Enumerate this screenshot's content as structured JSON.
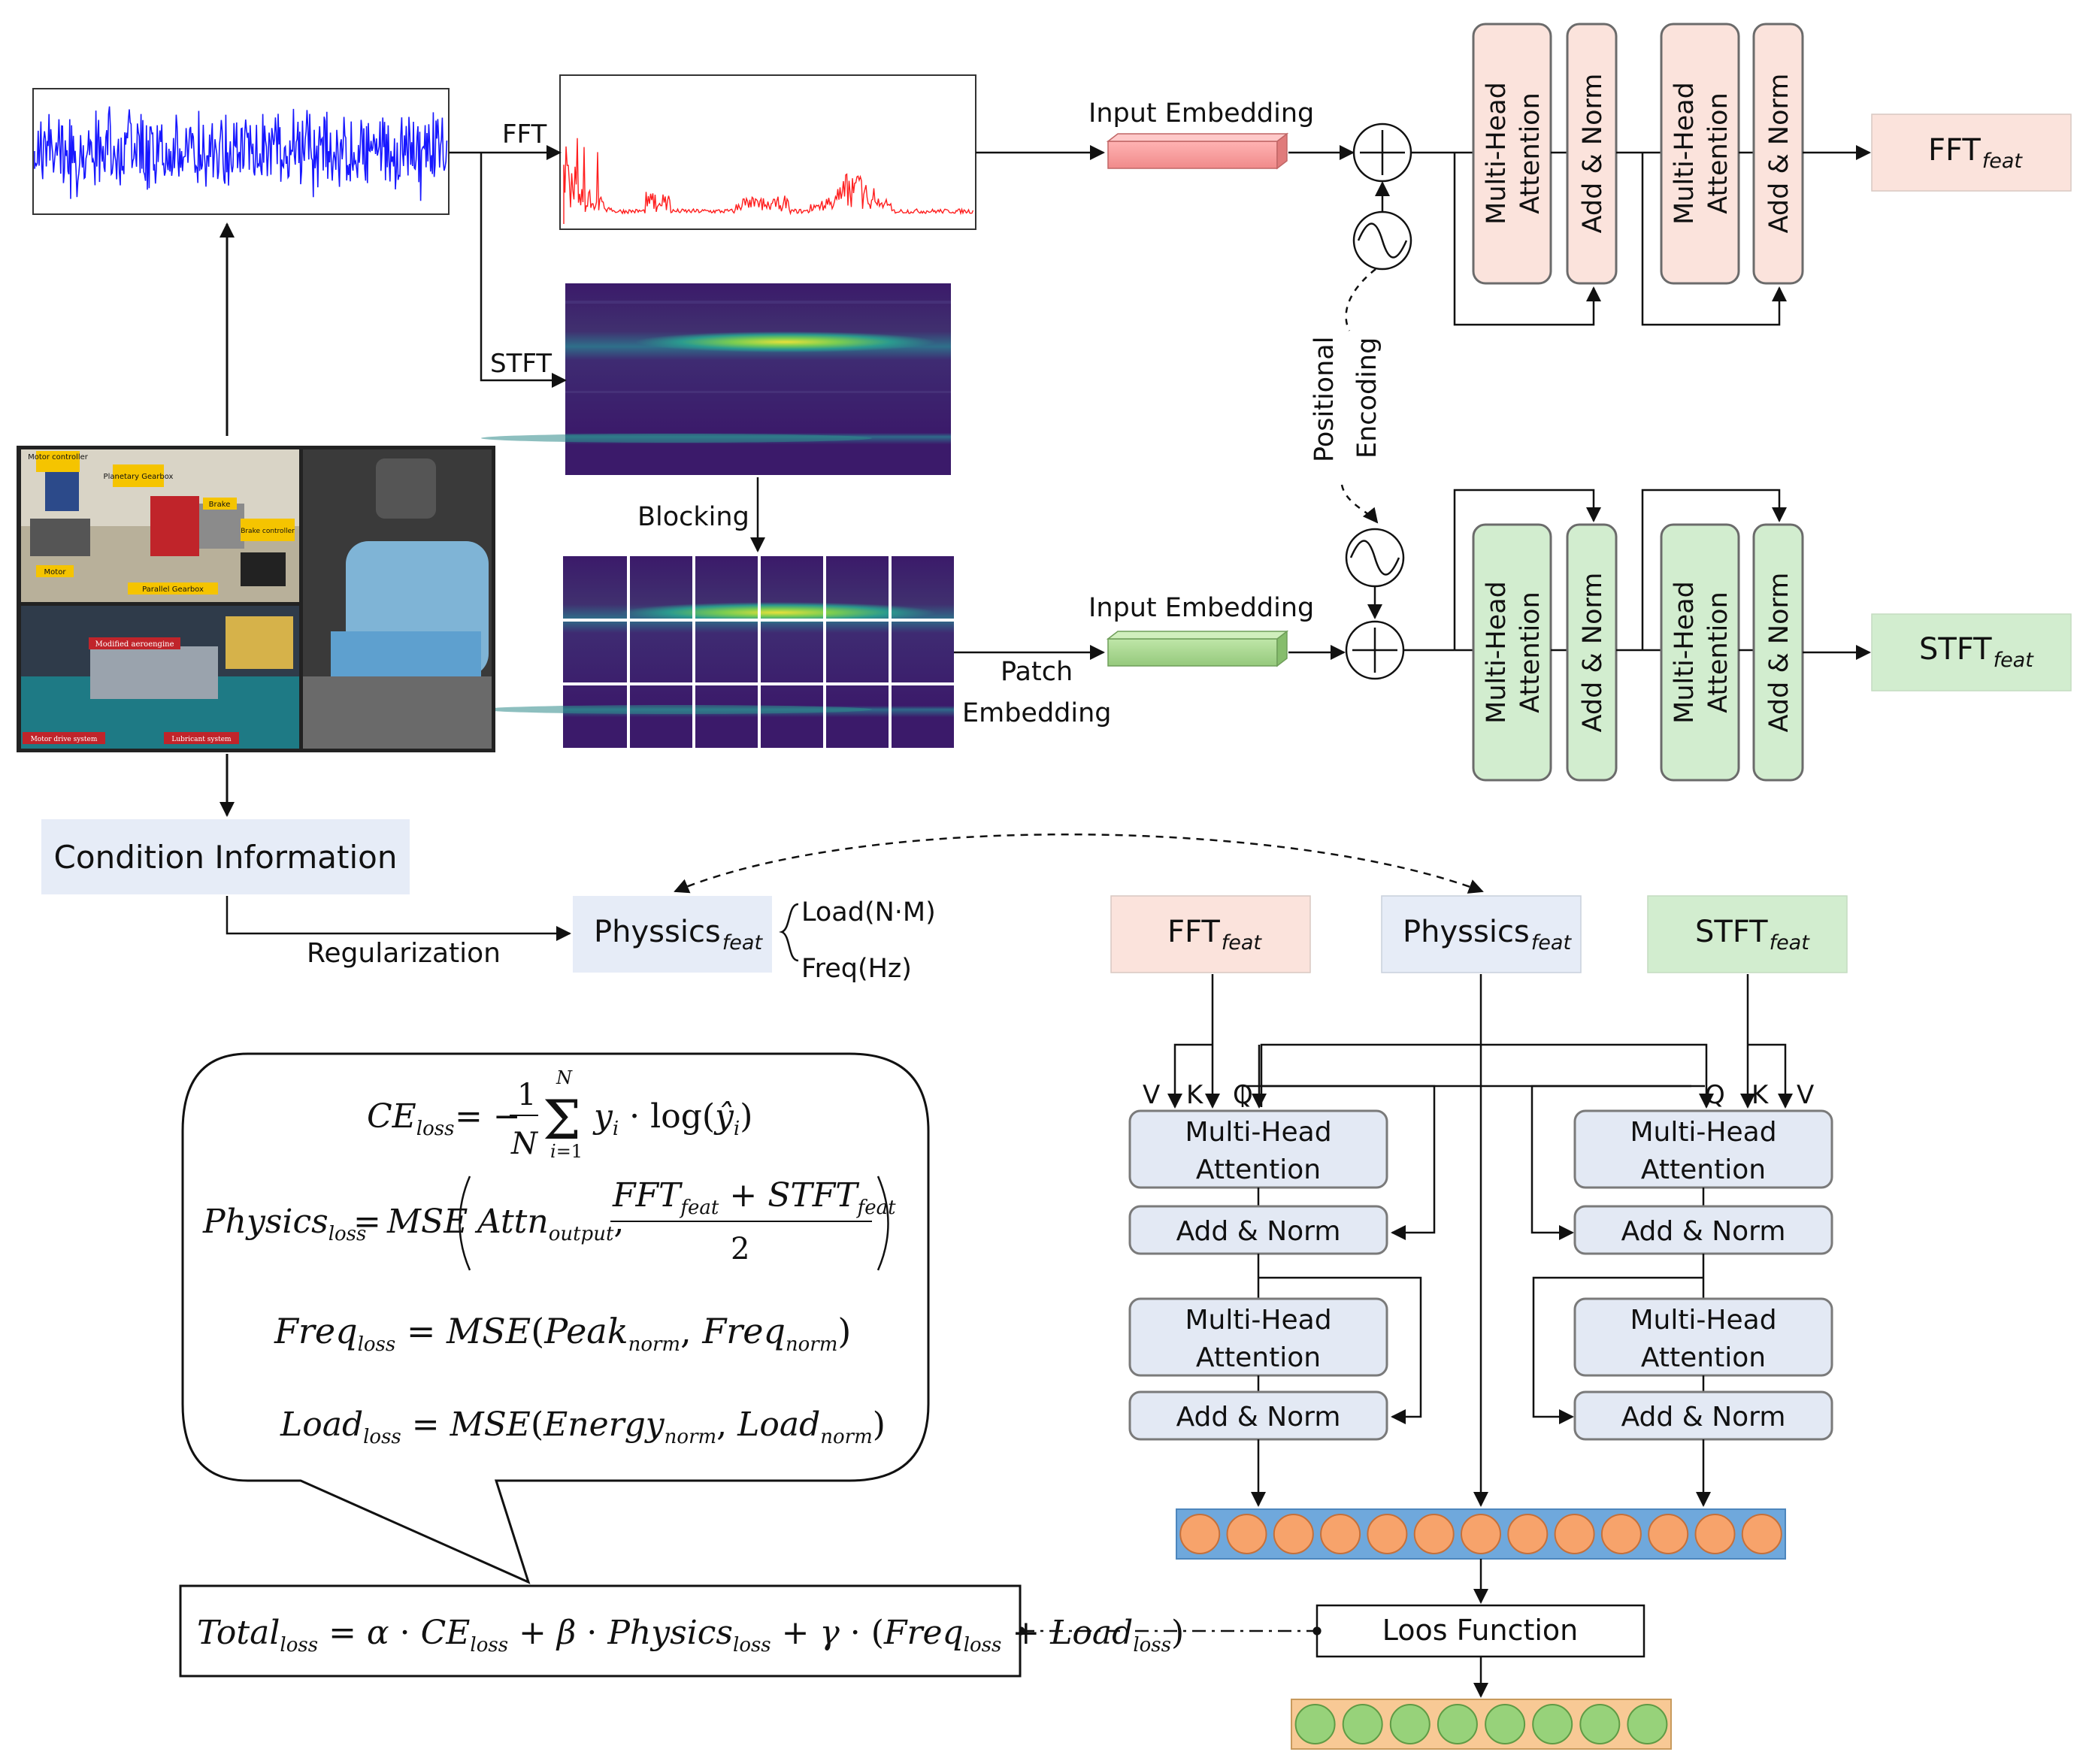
{
  "colors": {
    "fft_block": "#fbe3dc",
    "stft_block": "#d2edcf",
    "physics_block": "#e6ecf7",
    "cross_block": "#e3e9f4",
    "fft_embed": "#f59a9a",
    "stft_embed": "#a4d490",
    "signal": "#1717ff",
    "spectrum": "#ff1e1e",
    "token_bar": "#6fa8dc",
    "token": "#f7a36b",
    "output_bar": "#f8c995",
    "output_token": "#97d27a",
    "heatmap_bg": "#3f1e6e"
  },
  "labels": {
    "fft": "FFT",
    "stft": "STFT",
    "blocking": "Blocking",
    "patch_embedding_1": "Patch",
    "patch_embedding_2": "Embedding",
    "input_embedding": "Input Embedding",
    "positional_1": "Positional",
    "positional_2": "Encoding",
    "mha_1": "Multi-Head",
    "mha_2": "Attention",
    "add_norm": "Add & Norm",
    "feat_sub": "feat",
    "fft_feat_main": "FFT",
    "stft_feat_main": "STFT",
    "physics_main": "Physsics",
    "condition_information": "Condition Information",
    "regularization": "Regularization",
    "load_nm": "Load(N·M)",
    "freq_hz": "Freq(Hz)",
    "v": "V",
    "k": "K",
    "q": "Q",
    "loss_function": "Loos Function"
  },
  "photo_labels": {
    "motor_controller": "Motor controller",
    "planetary_gearbox": "Planetary Gearbox",
    "brake": "Brake",
    "brake_controller": "Brake controller",
    "motor": "Motor",
    "parallel_gearbox": "Parallel Gearbox",
    "modified_aeroengine": "Modified aeroengine",
    "motor_drive_system": "Motor drive system",
    "lubricant_system": "Lubricant system"
  },
  "formulas": {
    "ce": "CE_loss = −(1/N) Σ_{i=1}^{N} y_i · log(ŷ_i)",
    "physics": "Physics_loss = MSE( Attn_output , (FFT_feat + STFT_feat) / 2 )",
    "freq": "Freq_loss = MSE(Peak_norm , Freq_norm)",
    "load": "Load_loss = MSE(Energy_norm , Load_norm)",
    "total": "Total_loss = α · CE_loss + β · Physics_loss + γ · (Freq_loss + Load_loss)"
  },
  "token_counts": {
    "fused": 13,
    "output": 8
  }
}
